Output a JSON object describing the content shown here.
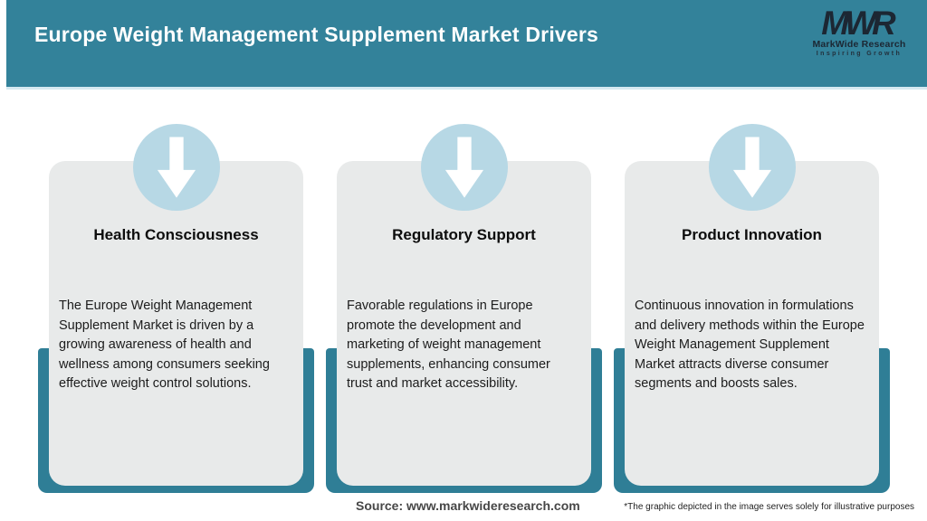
{
  "header": {
    "title": "Europe Weight Management Supplement Market Drivers",
    "logo": {
      "monogram": "MWR",
      "name": "MarkWide Research",
      "tagline": "Inspiring Growth"
    }
  },
  "cards": [
    {
      "icon": "down-arrow-icon",
      "title": "Health Consciousness",
      "body": "The Europe Weight Management Supplement Market is driven by a growing awareness of health and wellness among consumers seeking effective weight control solutions."
    },
    {
      "icon": "down-arrow-icon",
      "title": "Regulatory Support",
      "body": "Favorable regulations in Europe promote the development and marketing of weight management supplements, enhancing consumer trust and market accessibility."
    },
    {
      "icon": "down-arrow-icon",
      "title": "Product Innovation",
      "body": "Continuous innovation in formulations and delivery methods within the Europe Weight Management Supplement Market attracts diverse consumer segments and boosts sales."
    }
  ],
  "footer": {
    "source": "Source: www.markwideresearch.com",
    "disclaimer": "*The graphic depicted in the image serves solely for illustrative purposes"
  },
  "colors": {
    "header_teal": "#33829A",
    "frame_teal": "#2F7E96",
    "circle_blue": "#B7D8E5",
    "card_gray": "#E8EAEA",
    "header_underline": "#D5E9F1",
    "logo_navy": "#1C2733",
    "title_white": "#FFFFFF"
  }
}
